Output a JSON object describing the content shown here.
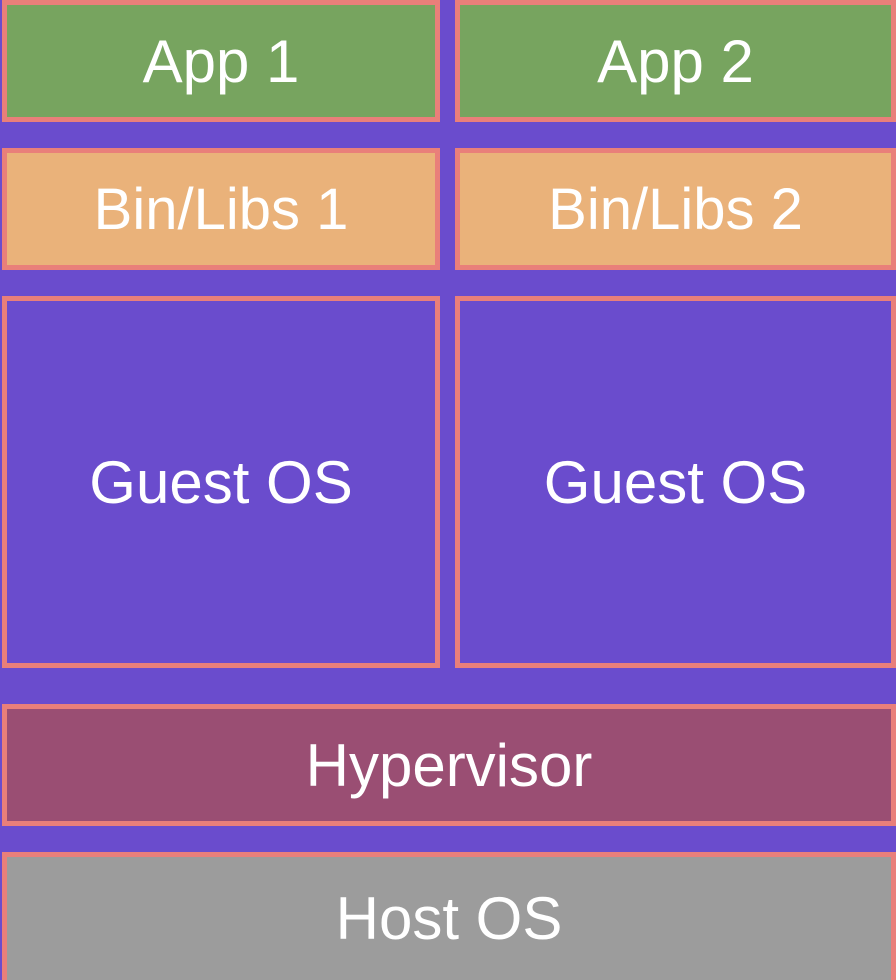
{
  "column1": {
    "app": "App 1",
    "libs": "Bin/Libs 1",
    "guest_os": "Guest OS"
  },
  "column2": {
    "app": "App 2",
    "libs": "Bin/Libs 2",
    "guest_os": "Guest OS"
  },
  "hypervisor": "Hypervisor",
  "host_os": "Host OS",
  "colors": {
    "background": "#6a4ccd",
    "border": "#e97f7a",
    "app": "#77a45f",
    "libs": "#eab27a",
    "guest_os": "#6a4ccd",
    "hypervisor": "#9a4e73",
    "host_os": "#9c9c9c",
    "text": "#ffffff"
  }
}
